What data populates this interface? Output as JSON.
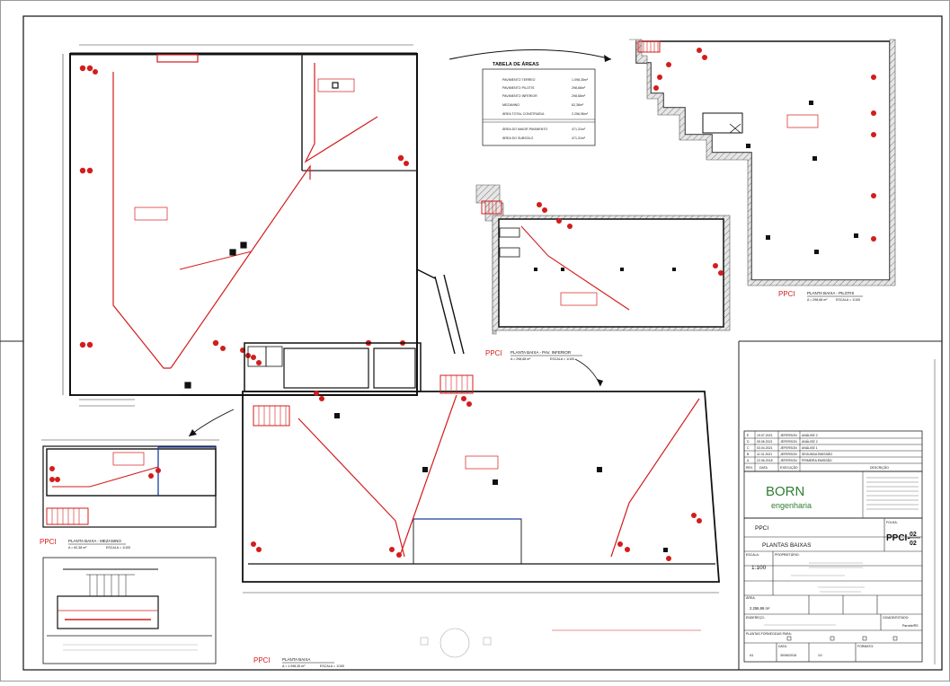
{
  "areas_table": {
    "title": "TABELA DE ÁREAS",
    "rows": [
      {
        "label": "PAVIMENTO TERREO",
        "value": "1.098,35m²"
      },
      {
        "label": "PAVIMENTO PILOTIS",
        "value": "298,68m²"
      },
      {
        "label": "PAVIMENTO INFERIOR",
        "value": "298,68m²"
      },
      {
        "label": "MEZANINO",
        "value": "62,38m²"
      },
      {
        "label": "ÁREA TOTAL CONSTRUÍDA",
        "value": "2.256,96m²"
      },
      {
        "label": "ÁREA DO MAIOR PAVIMENTO",
        "value": "471,31m²"
      },
      {
        "label": "ÁREA DO SUBSOLO",
        "value": "471,31m²"
      }
    ]
  },
  "plans": {
    "prefix": "PPCI",
    "pilotis": {
      "title": "PLANTA BAIXA - PILOTIS",
      "area": "A = 298,68 m²",
      "scale": "ESCALA = 1/100"
    },
    "inferior": {
      "title": "PLANTA BAIXA - PAV. INFERIOR",
      "area": "A = 298,68 m²",
      "scale": "ESCALA = 1/100"
    },
    "mezanino": {
      "title": "PLANTA BAIXA - MEZANINO",
      "area": "A = 62,38 m²",
      "scale": "ESCALA = 1/100"
    },
    "baixa": {
      "title": "PLANTA BAIXA",
      "area": "A = 1.098,35 m²",
      "scale": "ESCALA = 1/100"
    }
  },
  "revisions": [
    {
      "rev": "E",
      "date": "19.07.2021",
      "by": "JEFERSON",
      "desc": "ANÁLISE 2"
    },
    {
      "rev": "D",
      "date": "05.06.2021",
      "by": "JEFERSON",
      "desc": "ANÁLISE 2"
    },
    {
      "rev": "C",
      "date": "03.04.2021",
      "by": "JEFERSON",
      "desc": "ANÁLISE 1"
    },
    {
      "rev": "B",
      "date": "11.01.2021",
      "by": "JEFERSON",
      "desc": "SEGUNDA EMISSÃO"
    },
    {
      "rev": "A",
      "date": "22.06.2018",
      "by": "JEFERSON",
      "desc": "PRIMEIRA EMISSÃO"
    }
  ],
  "revision_header": {
    "rev": "REV.",
    "date": "DATA",
    "by": "EXECUÇÃO",
    "desc": "DESCRIÇÃO"
  },
  "company": {
    "name": "BORN",
    "subtitle": "engenharia"
  },
  "title_block": {
    "project_type": "PPCI",
    "drawing_title": "PLANTAS BAIXAS",
    "sheet_label": "FOLHA:",
    "sheet_prefix": "PPCI-",
    "sheet_num": "02",
    "sheet_total": "02",
    "scale_label": "ESCALA:",
    "scale": "1:100",
    "owner_label": "PROPRIETÁRIO:",
    "area_label": "ÁREA:",
    "area": "2.256,96 m²",
    "address_label": "ENDEREÇO:",
    "city_label": "CIDADE/ESTADO:",
    "city": "Parobé/RS",
    "phase_label": "PLANTAS FORNECIDAS PARA:",
    "date_label": "DATA:",
    "date": "30/06/2018",
    "format_label": "FORMATO:",
    "format": "A1",
    "format_value": "1/1"
  }
}
